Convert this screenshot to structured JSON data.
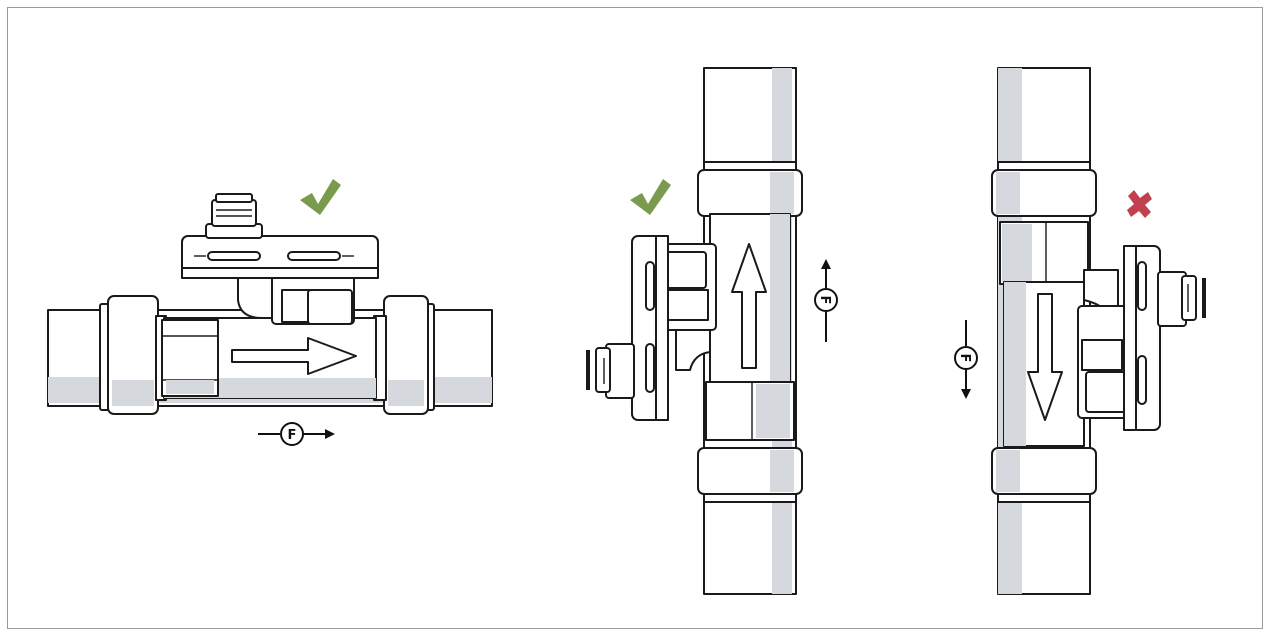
{
  "figure": {
    "flow_symbol_letter": "F",
    "colors": {
      "correct_mark": "#7a9a4e",
      "incorrect_mark": "#c0404e",
      "pipe_highlight": "#d5d9de",
      "outline": "#1a1a1a",
      "frame": "#9a9a9a"
    }
  },
  "installations": [
    {
      "orientation": "horizontal",
      "flow_direction": "right",
      "status_icon": "check-icon",
      "status": "correct"
    },
    {
      "orientation": "vertical",
      "flow_direction": "up",
      "status_icon": "check-icon",
      "status": "correct"
    },
    {
      "orientation": "vertical",
      "flow_direction": "down",
      "status_icon": "cross-icon",
      "status": "incorrect"
    }
  ]
}
